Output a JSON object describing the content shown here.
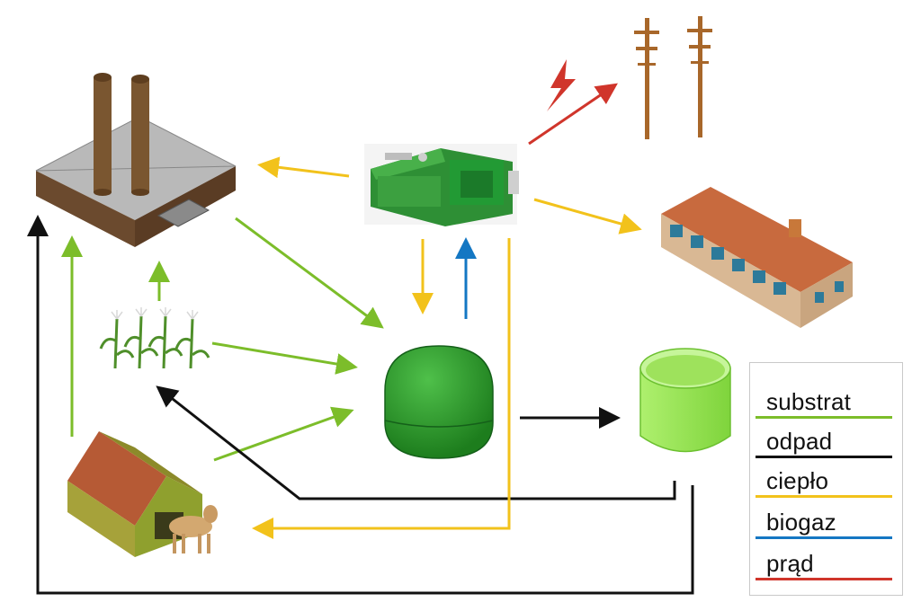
{
  "legend": {
    "items": [
      {
        "label": "substrat",
        "color": "#7cbd2a"
      },
      {
        "label": "odpad",
        "color": "#111111"
      },
      {
        "label": "ciepło",
        "color": "#f2c21b"
      },
      {
        "label": "biogaz",
        "color": "#1477c3"
      },
      {
        "label": "prąd",
        "color": "#d0352b"
      }
    ]
  },
  "flows": {
    "substrat_color": "#7cbd2a",
    "odpad_color": "#111111",
    "cieplo_color": "#f2c21b",
    "biogaz_color": "#1477c3",
    "prad_color": "#d0352b"
  },
  "nodes": [
    "factory-icon",
    "generator-icon",
    "power-poles-icon",
    "residential-building-icon",
    "corn-plants-icon",
    "digester-dome-icon",
    "storage-tank-icon",
    "barn-icon",
    "cow-icon",
    "lightning-icon"
  ]
}
